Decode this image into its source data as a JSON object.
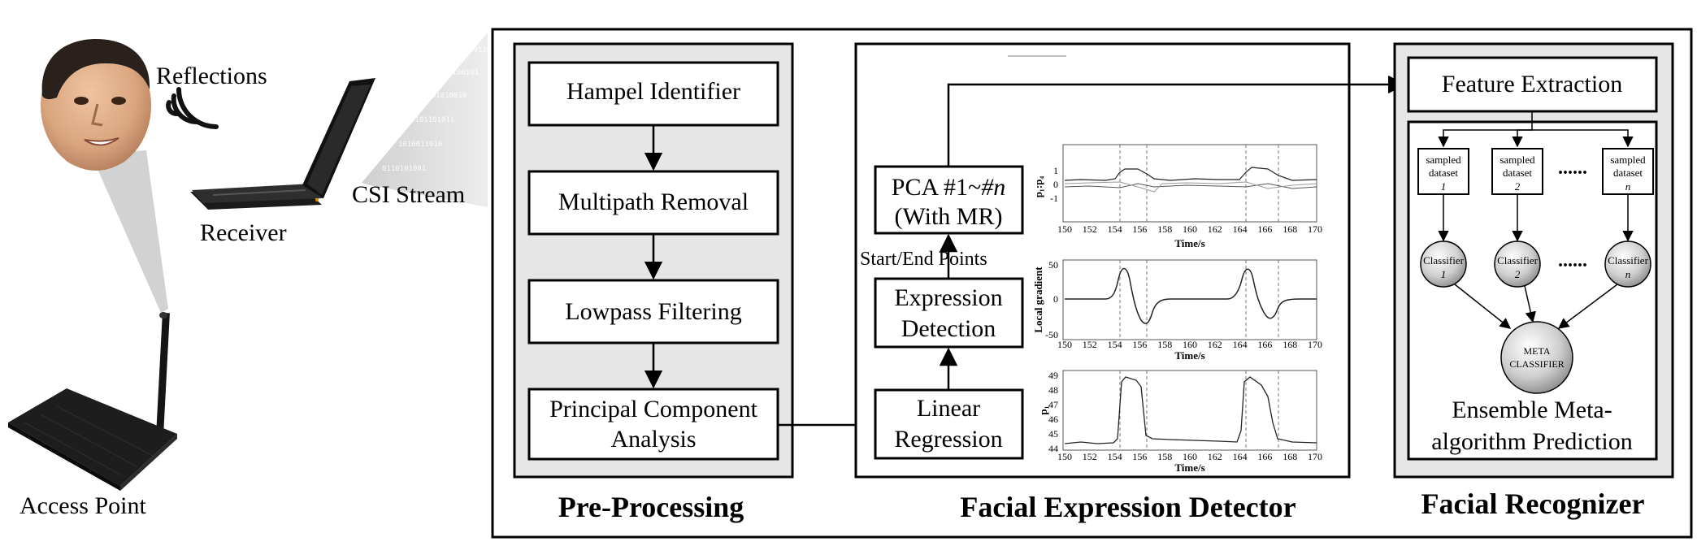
{
  "left": {
    "reflections_label": "Reflections",
    "receiver_label": "Receiver",
    "csi_stream_label": "CSI Stream",
    "access_point_label": "Access Point"
  },
  "preprocessing": {
    "title": "Pre-Processing",
    "steps": [
      "Hampel Identifier",
      "Multipath Removal",
      "Lowpass Filtering",
      "Principal Component",
      "Analysis"
    ]
  },
  "detector": {
    "title": "Facial Expression Detector",
    "pca_line1_prefix": "PCA #1~",
    "pca_line1_var": "#n",
    "pca_line2": "(With MR)",
    "start_end_label": "Start/End  Points",
    "expr_line1": "Expression",
    "expr_line2": "Detection",
    "lr_line1": "Linear",
    "lr_line2": "Regression",
    "plots": [
      {
        "ylabel": "p₁:p₄",
        "xlabel": "Time/s",
        "yticks": [
          "1",
          "0",
          "-1"
        ]
      },
      {
        "ylabel": "Local gradient",
        "xlabel": "Time/s",
        "yticks": [
          "50",
          "0",
          "-50"
        ]
      },
      {
        "ylabel": "p₁",
        "xlabel": "Time/s",
        "yticks": [
          "49",
          "48",
          "47",
          "46",
          "45",
          "44"
        ]
      }
    ],
    "xticks": [
      "150",
      "152",
      "154",
      "156",
      "158",
      "160",
      "162",
      "164",
      "166",
      "168",
      "170"
    ]
  },
  "recognizer": {
    "title": "Facial Recognizer",
    "feature_extraction": "Feature Extraction",
    "dataset_line1": "sampled",
    "dataset_line2": "dataset",
    "dataset_ids": [
      "1",
      "2",
      "n"
    ],
    "classifier_label": "Classifier",
    "ellipsis": "......",
    "meta_line1": "META",
    "meta_line2": "CLASSIFIER",
    "ensemble_line1": "Ensemble Meta-",
    "ensemble_line2": "algorithm Prediction"
  },
  "colors": {
    "panel_bg": "#e6e6e6",
    "line": "#000000",
    "face_skin": "#d9a57f",
    "hair": "#2a211c",
    "router": "#1d1d1d"
  }
}
